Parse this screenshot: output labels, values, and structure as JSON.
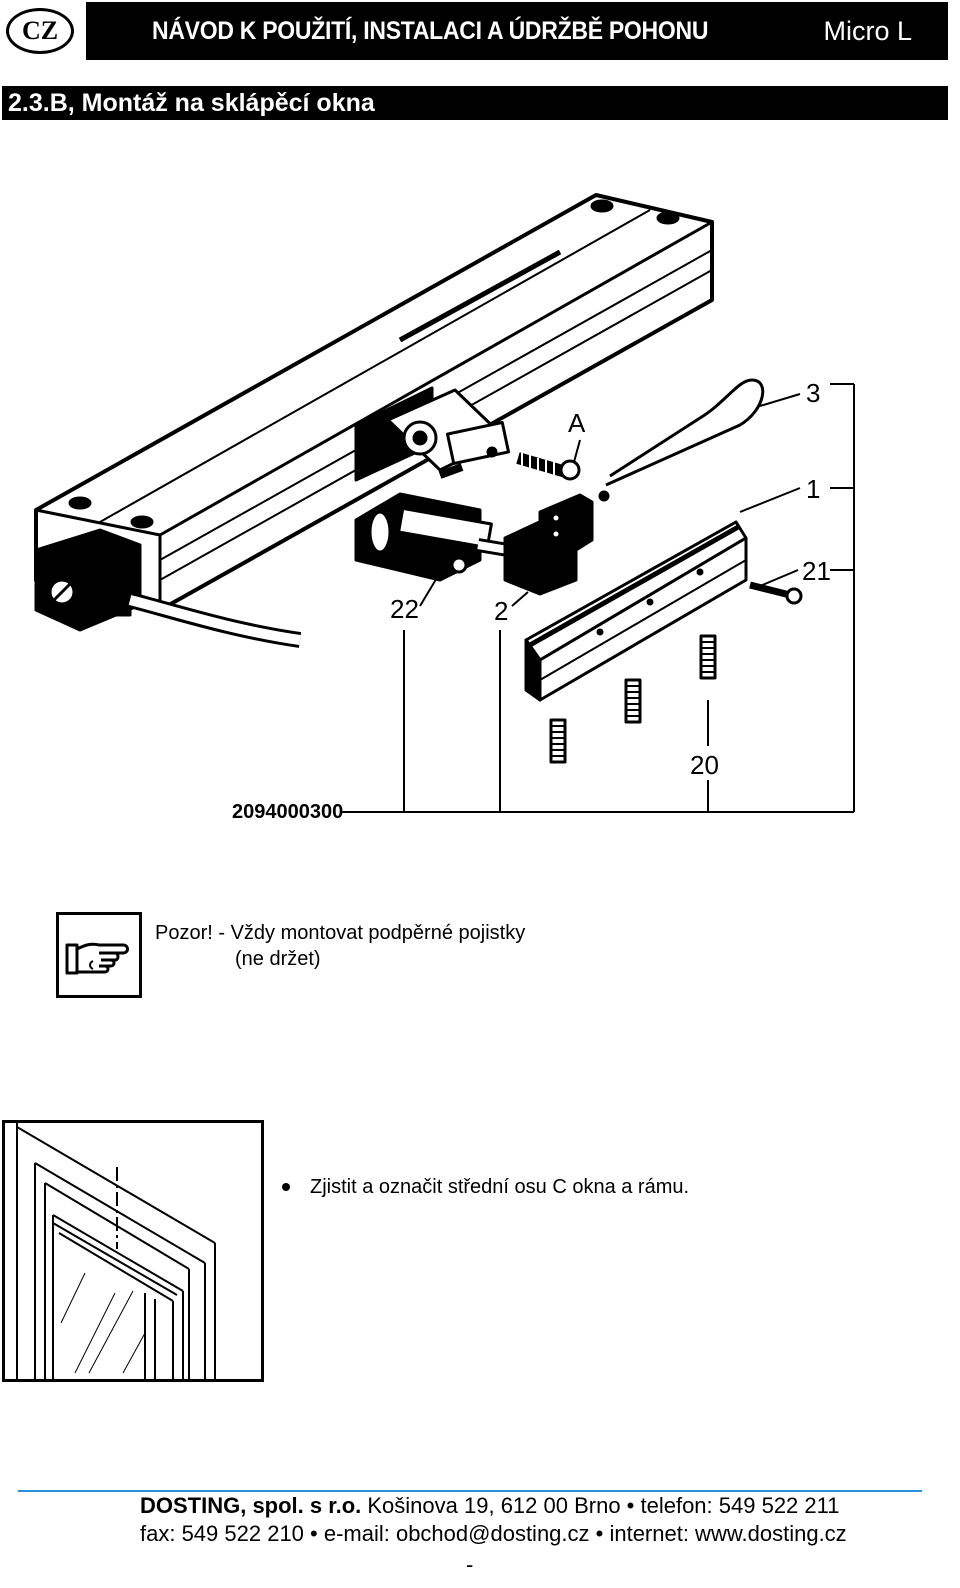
{
  "header": {
    "badge": "CZ",
    "title": "NÁVOD K POUŽITÍ, INSTALACI A ÚDRŽBĚ POHONU",
    "model": "Micro L"
  },
  "section": {
    "title": "2.3.B, Montáž na sklápěcí okna"
  },
  "drawing": {
    "code": "2094000300",
    "labels": {
      "a": "A",
      "n3": "3",
      "n1": "1",
      "n21": "21",
      "n22": "22",
      "n2": "2",
      "n20": "20"
    }
  },
  "note": {
    "label": "Pozor!",
    "text": " - Vždy montovat podpěrné pojistky",
    "line2": "(ne držet)"
  },
  "instruction": {
    "text": "Zjistit a označit střední osu C okna a rámu."
  },
  "footer": {
    "company": "DOSTING, spol. s r.o.",
    "line1_rest": "  Košinova 19, 612 00  Brno • telefon: 549 522 211",
    "line2": "fax: 549 522 210 • e-mail: obchod@dosting.cz • internet: www.dosting.cz",
    "page": "-"
  }
}
